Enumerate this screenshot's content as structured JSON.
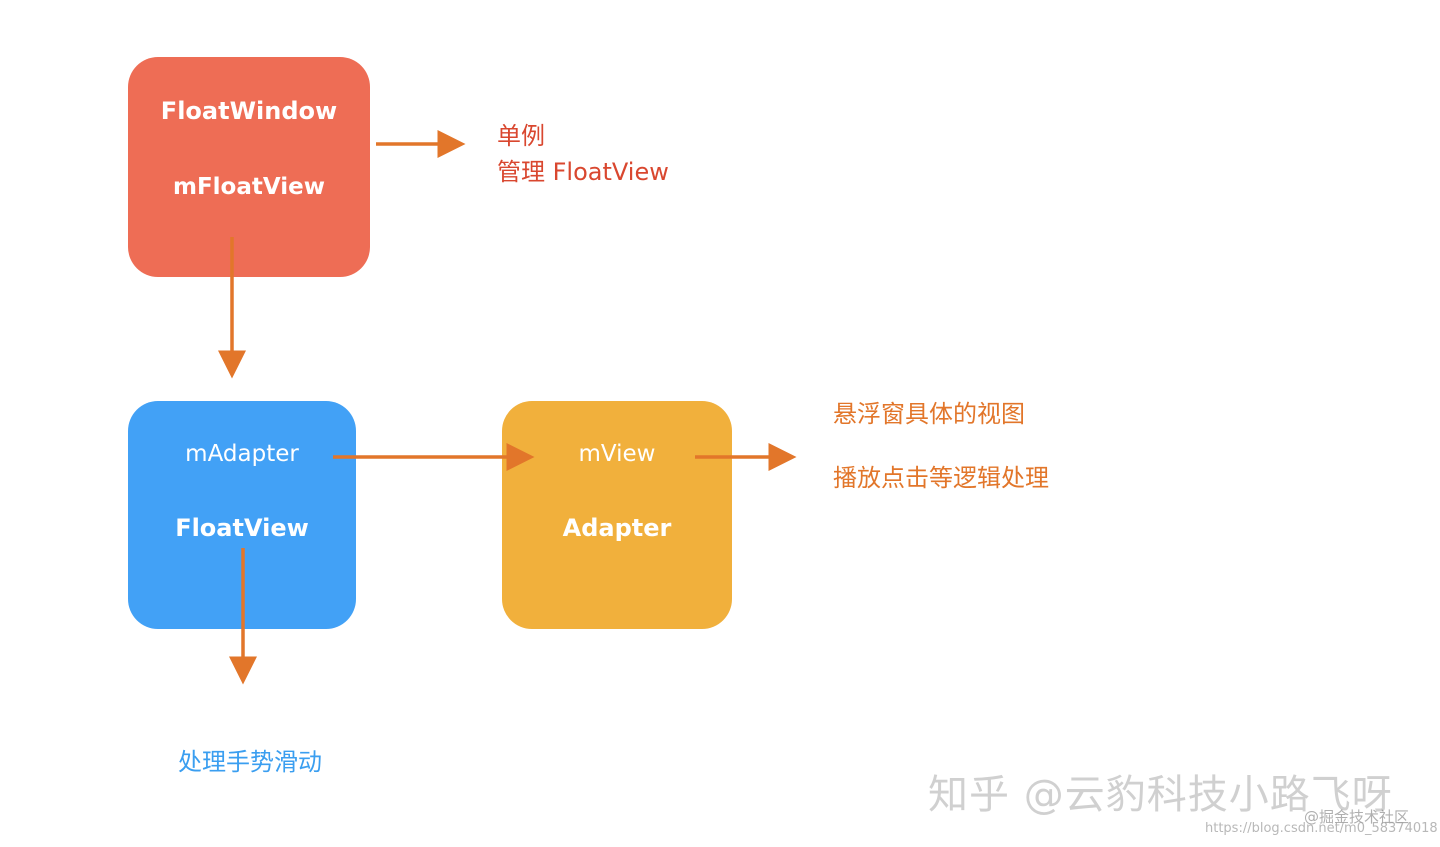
{
  "colors": {
    "floatwindow_box": "#ee6d55",
    "floatview_box": "#42a1f6",
    "adapter_box": "#f1b03c",
    "arrow": "#e2762a",
    "note_red": "#d9472f",
    "note_orange": "#e2762a",
    "note_blue": "#3a9ef0"
  },
  "nodes": {
    "floatwindow": {
      "title": "FloatWindow",
      "member": "mFloatView"
    },
    "floatview": {
      "member": "mAdapter",
      "title": "FloatView"
    },
    "adapter": {
      "member": "mView",
      "title": "Adapter"
    }
  },
  "notes": {
    "floatwindow": {
      "line1": "单例",
      "line2": "管理 FloatView"
    },
    "adapter": {
      "line1": "悬浮窗具体的视图",
      "line2": "播放点击等逻辑处理"
    },
    "floatview": {
      "line1": "处理手势滑动"
    }
  },
  "watermark": {
    "main": "知乎 @云豹科技小路飞呀",
    "sub": "@掘金技术社区",
    "url": "https://blog.csdn.net/m0_58374018"
  }
}
